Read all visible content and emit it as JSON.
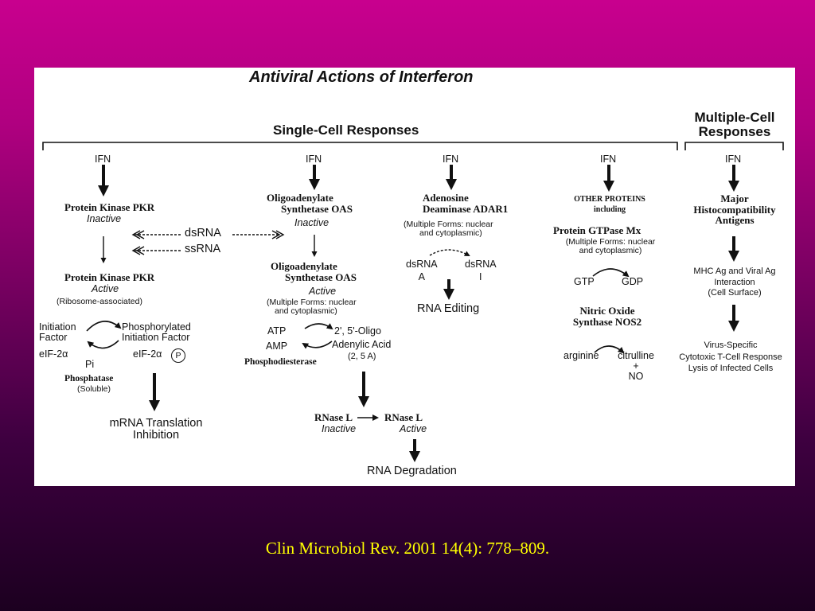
{
  "figure": {
    "title": "Antiviral Actions of Interferon",
    "single_cell_header": "Single-Cell Responses",
    "multi_cell_header": [
      "Multiple-Cell",
      "Responses"
    ],
    "ifn": "IFN",
    "pkr": {
      "inactive_name": "Protein Kinase  PKR",
      "inactive_state": "Inactive",
      "dsrna": "dsRNA",
      "ssrna": "ssRNA",
      "active_name": "Protein Kinase  PKR",
      "active_state": "Active",
      "location": "(Ribosome-associated)",
      "initiation_factor": [
        "Initiation",
        "Factor"
      ],
      "eif_left": "eIF-2α",
      "phosphorylated": [
        "Phosphorylated",
        "Initiation Factor"
      ],
      "eif_right": "eIF-2α",
      "p_circle": "P",
      "pi": "Pi",
      "phosphatase": "Phosphatase",
      "soluble": "(Soluble)",
      "outcome": [
        "mRNA Translation",
        "Inhibition"
      ]
    },
    "oas": {
      "inactive_name": [
        "Oligoadenylate",
        "Synthetase  OAS"
      ],
      "inactive_state": "Inactive",
      "active_name": [
        "Oligoadenylate",
        "Synthetase OAS"
      ],
      "active_state": "Active",
      "forms": [
        "(Multiple Forms: nuclear",
        "and cytoplasmic)"
      ],
      "atp": "ATP",
      "amp": "AMP",
      "oligo": [
        "2', 5'-Oligo",
        "Adenylic Acid",
        "(2, 5 A)"
      ],
      "phosphodiesterase": "Phosphodiesterase",
      "rnase_inactive": "RNase L",
      "rnase_inactive_state": "Inactive",
      "rnase_active": "RNase L",
      "rnase_active_state": "Active",
      "outcome": "RNA Degradation"
    },
    "adar": {
      "name": [
        "Adenosine",
        "Deaminase  ADAR1"
      ],
      "forms": [
        "(Multiple Forms: nuclear",
        "and cytoplasmic)"
      ],
      "left": [
        "dsRNA",
        "A"
      ],
      "right": [
        "dsRNA",
        "I"
      ],
      "outcome": "RNA Editing"
    },
    "other": {
      "name": [
        "OTHER PROTEINS",
        "including"
      ],
      "mx": "Protein GTPase Mx",
      "forms": [
        "(Multiple Forms: nuclear",
        "and cytoplasmic)"
      ],
      "gtp": "GTP",
      "gdp": "GDP",
      "nos": [
        "Nitric Oxide",
        "Synthase NOS2"
      ],
      "arginine": "arginine",
      "products": [
        "citrulline",
        "+",
        "NO"
      ]
    },
    "mhc": {
      "name": [
        "Major",
        "Histocompatibility",
        "Antigens"
      ],
      "interaction": [
        "MHC  Ag and  Viral  Ag",
        "Interaction",
        "(Cell Surface)"
      ],
      "outcome": [
        "Virus-Specific",
        "Cytotoxic  T-Cell Response",
        "Lysis of Infected Cells"
      ]
    }
  },
  "citation": "Clin Microbiol Rev. 2001  14(4): 778–809."
}
